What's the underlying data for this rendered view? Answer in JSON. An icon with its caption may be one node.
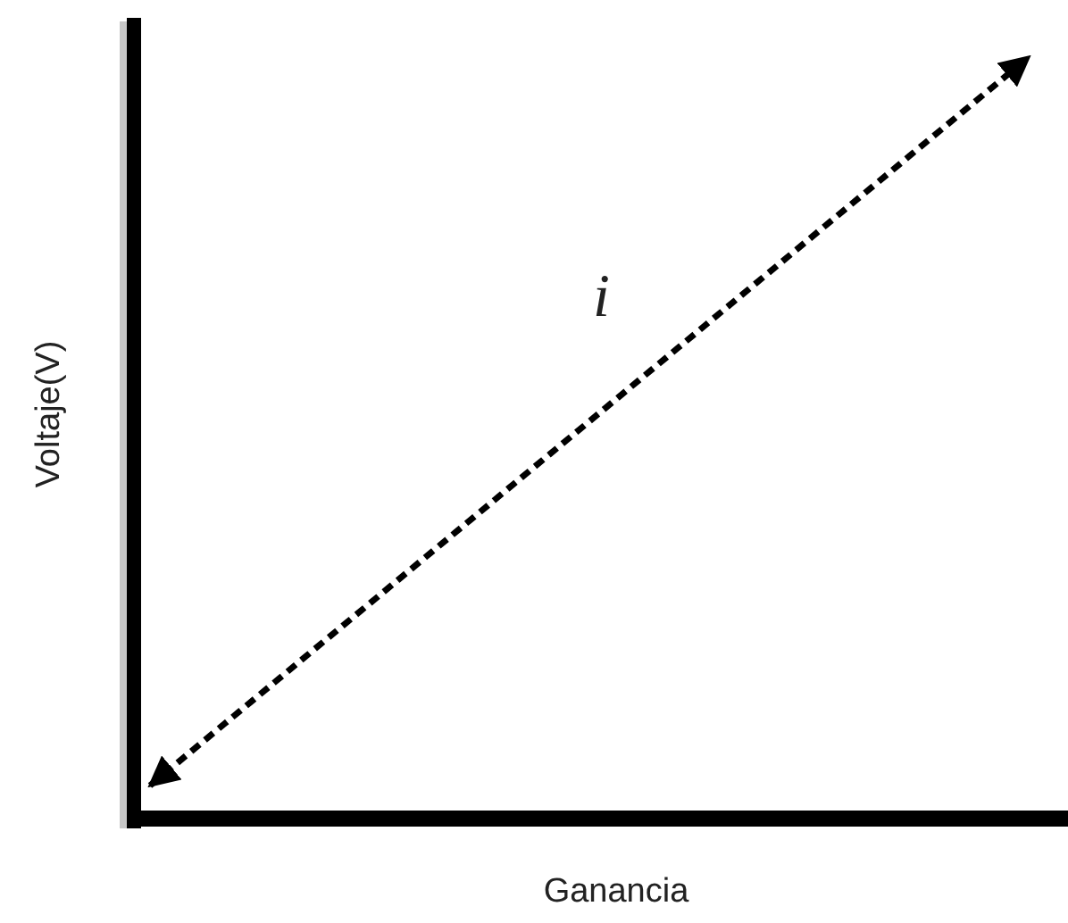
{
  "diagram": {
    "labels": [
      "i",
      "Voltaje(V)",
      "Ganancia"
    ]
  }
}
